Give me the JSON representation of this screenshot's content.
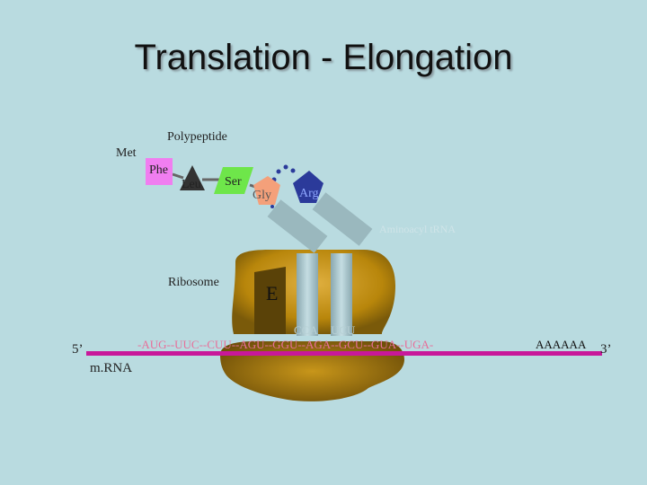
{
  "title": "Translation - Elongation",
  "labels": {
    "polypeptide": "Polypeptide",
    "ribosome": "Ribosome",
    "e_site": "E",
    "mrna": "m.RNA",
    "five_prime": "5’",
    "three_prime": "3’",
    "poly_a": "AAAAAA",
    "trna_faint": "Aminoacyl tRNA"
  },
  "amino_acids": [
    {
      "name": "Met",
      "color": "#7a7a7a"
    },
    {
      "name": "Phe",
      "color": "#f07ef0"
    },
    {
      "name": "Leu",
      "color": "#333333"
    },
    {
      "name": "Ser",
      "color": "#6ee64a"
    },
    {
      "name": "Gly",
      "color": "#f4a07a"
    },
    {
      "name": "Arg",
      "color": "#2b3a9a"
    }
  ],
  "anticodons": [
    "CCA",
    "UCU"
  ],
  "mrna_sequence": "-AUG--UUC--CUU--AGU--GGU--AGA--GCU--GUA--UGA-",
  "colors": {
    "background": "#b9dbe0",
    "ribosome": "#b8860b",
    "mrna": "#c8189a",
    "trna": "#a9c6cc",
    "sequence_text": "#e86f9a"
  }
}
